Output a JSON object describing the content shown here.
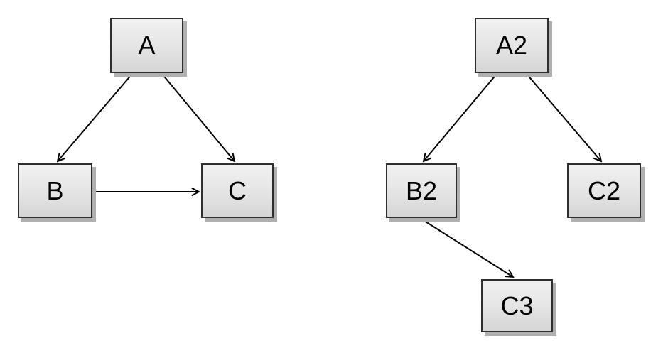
{
  "diagram": {
    "left_graph": {
      "nodes": [
        {
          "id": "A",
          "label": "A"
        },
        {
          "id": "B",
          "label": "B"
        },
        {
          "id": "C",
          "label": "C"
        }
      ],
      "edges": [
        {
          "from": "A",
          "to": "B"
        },
        {
          "from": "A",
          "to": "C"
        },
        {
          "from": "B",
          "to": "C"
        }
      ]
    },
    "right_graph": {
      "nodes": [
        {
          "id": "A2",
          "label": "A2"
        },
        {
          "id": "B2",
          "label": "B2"
        },
        {
          "id": "C2",
          "label": "C2"
        },
        {
          "id": "C3",
          "label": "C3"
        }
      ],
      "edges": [
        {
          "from": "A2",
          "to": "B2"
        },
        {
          "from": "A2",
          "to": "C2"
        },
        {
          "from": "B2",
          "to": "C3"
        }
      ]
    },
    "colors": {
      "background": "#ffffff",
      "node_fill_top": "#f1f1f1",
      "node_fill_bottom": "#d5d5d5",
      "node_border": "#2e2e2e",
      "node_shadow": "#b0b0b0",
      "edge": "#000000",
      "label": "#000000"
    }
  }
}
